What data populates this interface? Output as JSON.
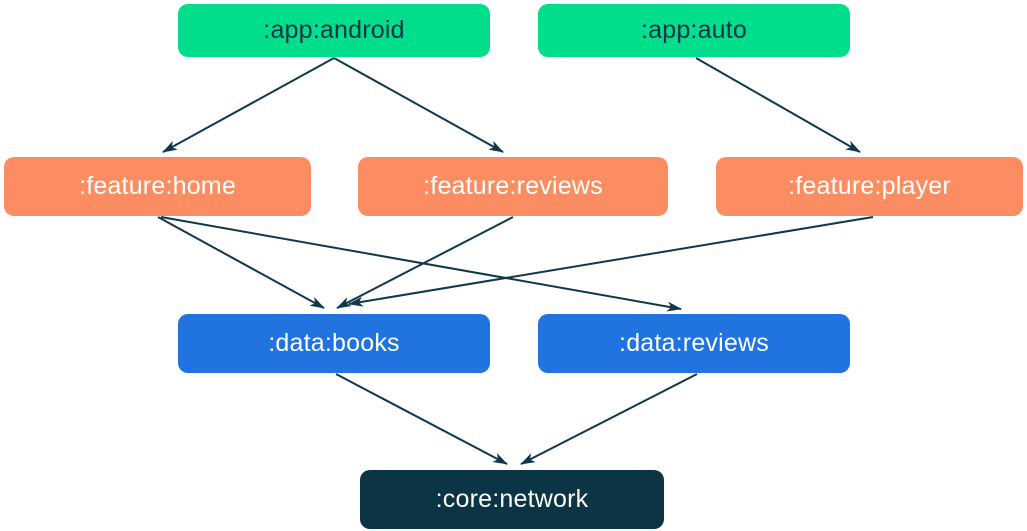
{
  "colors": {
    "app": "#00dd8b",
    "feature": "#fc8d62",
    "data": "#2173e0",
    "core": "#0b3444",
    "ink": "#10384c",
    "text-on-app": "#0b3444",
    "text-light": "#ffffff"
  },
  "diagram": {
    "type": "module-dependency-graph",
    "nodes": [
      {
        "id": "app-android",
        "label": ":app:android",
        "group": "app"
      },
      {
        "id": "app-auto",
        "label": ":app:auto",
        "group": "app"
      },
      {
        "id": "feature-home",
        "label": ":feature:home",
        "group": "feature"
      },
      {
        "id": "feature-reviews",
        "label": ":feature:reviews",
        "group": "feature"
      },
      {
        "id": "feature-player",
        "label": ":feature:player",
        "group": "feature"
      },
      {
        "id": "data-books",
        "label": ":data:books",
        "group": "data"
      },
      {
        "id": "data-reviews",
        "label": ":data:reviews",
        "group": "data"
      },
      {
        "id": "core-network",
        "label": ":core:network",
        "group": "core"
      }
    ],
    "edges": [
      {
        "from": ":app:android",
        "to": ":feature:home"
      },
      {
        "from": ":app:android",
        "to": ":feature:reviews"
      },
      {
        "from": ":app:auto",
        "to": ":feature:player"
      },
      {
        "from": ":feature:home",
        "to": ":data:books"
      },
      {
        "from": ":feature:home",
        "to": ":data:reviews"
      },
      {
        "from": ":feature:reviews",
        "to": ":data:books"
      },
      {
        "from": ":feature:player",
        "to": ":data:books"
      },
      {
        "from": ":data:books",
        "to": ":core:network"
      },
      {
        "from": ":data:reviews",
        "to": ":core:network"
      }
    ]
  }
}
